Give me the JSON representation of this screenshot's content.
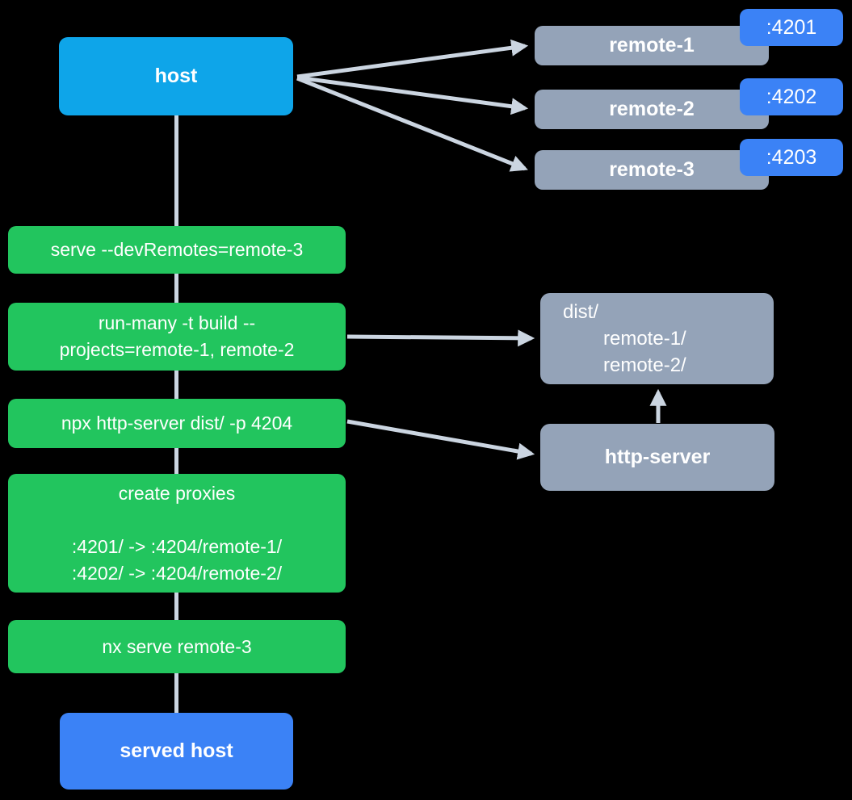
{
  "colors": {
    "bg": "#000000",
    "sky": "#0ea5e9",
    "blue": "#3b82f6",
    "green": "#22c55e",
    "slate": "#94a3b8",
    "line": "#cbd5e1"
  },
  "host": {
    "label": "host"
  },
  "served_host": {
    "label": "served host"
  },
  "remotes": [
    {
      "label": "remote-1",
      "port": ":4201"
    },
    {
      "label": "remote-2",
      "port": ":4202"
    },
    {
      "label": "remote-3",
      "port": ":4203"
    }
  ],
  "steps": [
    {
      "lines": [
        "serve --devRemotes=remote-3"
      ]
    },
    {
      "lines": [
        "run-many -t build --",
        "projects=remote-1, remote-2"
      ]
    },
    {
      "lines": [
        "npx http-server dist/ -p 4204"
      ]
    },
    {
      "lines": [
        "create proxies",
        "",
        ":4201/ -> :4204/remote-1/",
        ":4202/ -> :4204/remote-2/"
      ]
    },
    {
      "lines": [
        "nx serve remote-3"
      ]
    }
  ],
  "dist_box": {
    "lines": [
      "dist/",
      "remote-1/",
      "remote-2/"
    ]
  },
  "http_server": {
    "label": "http-server"
  }
}
